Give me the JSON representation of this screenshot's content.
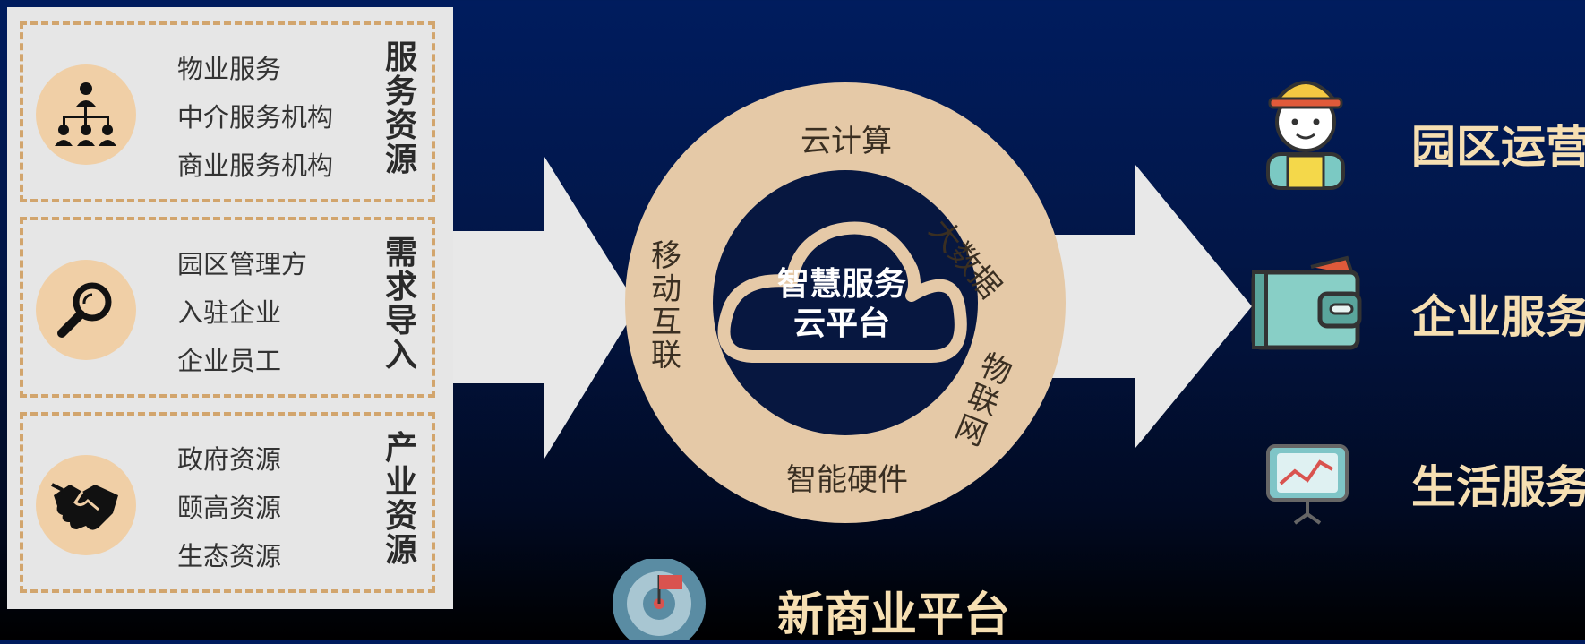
{
  "resource_groups": [
    {
      "icon": "org-chart-icon",
      "items": [
        "物业服务",
        "中介服务机构",
        "商业服务机构"
      ],
      "title": "服务资源"
    },
    {
      "icon": "magnifier-icon",
      "items": [
        "园区管理方",
        "入驻企业",
        "企业员工"
      ],
      "title": "需求导入"
    },
    {
      "icon": "handshake-icon",
      "items": [
        "政府资源",
        "颐高资源",
        "生态资源"
      ],
      "title": "产业资源"
    }
  ],
  "ring": {
    "top": "云计算",
    "right_top": "大数据",
    "left": "移动互联",
    "right_bottom": "物联网",
    "bottom": "智能硬件"
  },
  "core": {
    "line1": "智慧服务",
    "line2": "云平台"
  },
  "outputs": [
    {
      "icon": "worker-icon",
      "label": "园区运营"
    },
    {
      "icon": "wallet-icon",
      "label": "企业服务"
    },
    {
      "icon": "chart-board-icon",
      "label": "生活服务"
    }
  ],
  "bottom": {
    "icon": "target-flag-icon",
    "label": "新商业平台"
  },
  "colors": {
    "panel": "#e6e6e6",
    "accent": "#d2a56d",
    "ring": "#e5c9a7",
    "label": "#f6dfb2"
  }
}
